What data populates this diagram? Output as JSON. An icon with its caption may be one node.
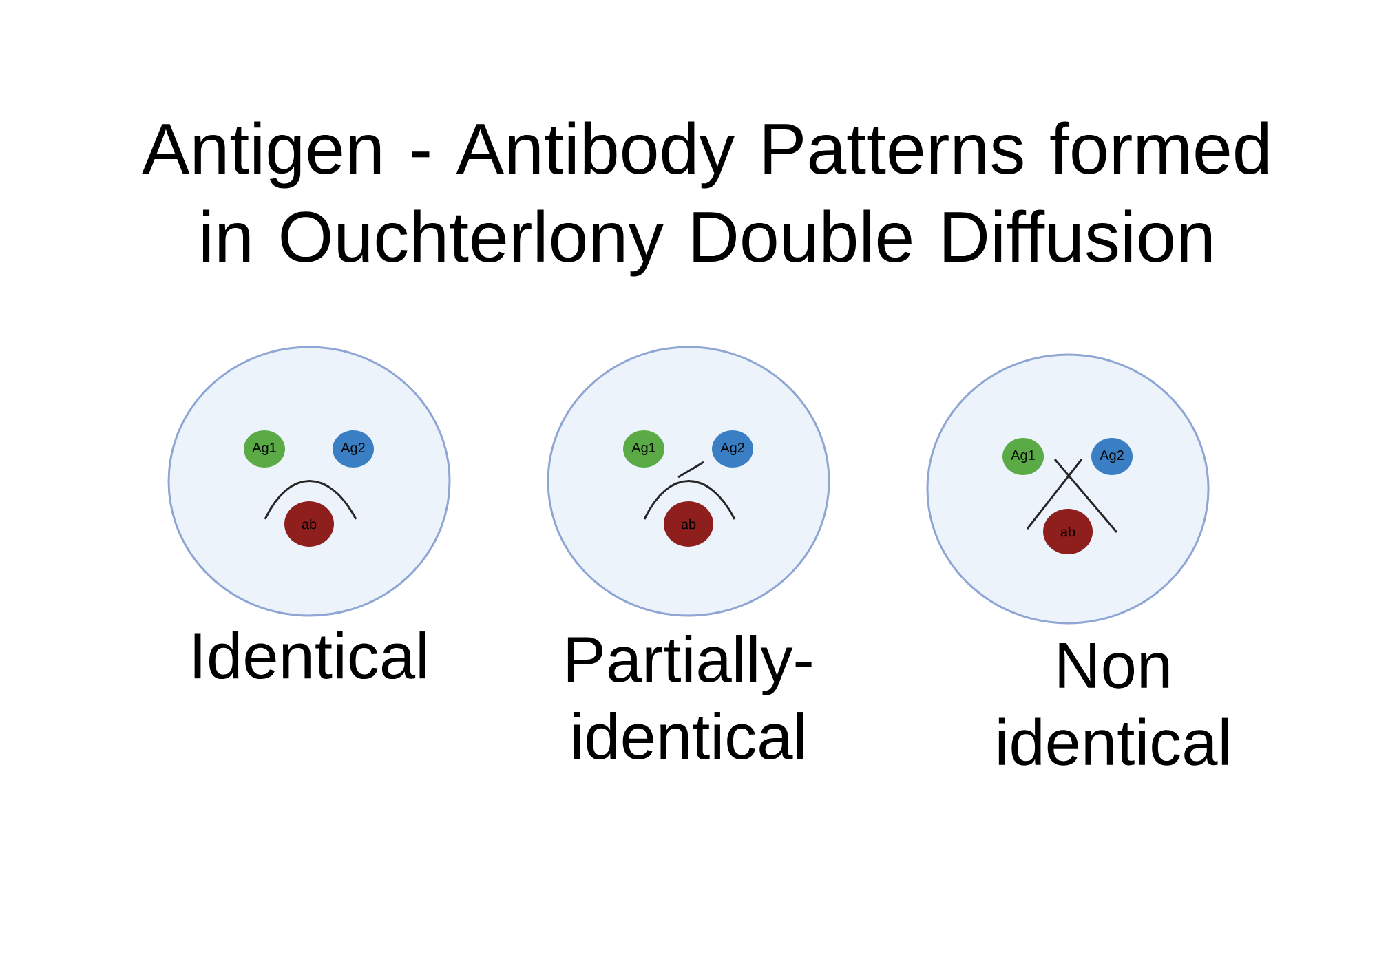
{
  "diagram": {
    "title": "Antigen - Antibody Patterns formed in Ouchterlony Double Diffusion",
    "nodes": [
      {
        "text": [],
        "shape": "circle",
        "beside": [
          "Identical"
        ]
      },
      {
        "text": [
          "Ag1"
        ],
        "in": 0
      },
      {
        "text": [
          "Ag2"
        ],
        "in": 0
      },
      {
        "text": [
          "ab"
        ],
        "in": 0
      },
      {
        "text": [],
        "shape": "circle",
        "beside": [
          "Partially- identical"
        ]
      },
      {
        "text": [
          "Ag1"
        ],
        "in": 4
      },
      {
        "text": [
          "Ag2"
        ],
        "in": 4
      },
      {
        "text": [
          "ab"
        ],
        "in": 4
      },
      {
        "text": [],
        "shape": "circle",
        "beside": [
          "Non identical"
        ]
      },
      {
        "text": [
          "Ag1"
        ],
        "in": 8
      },
      {
        "text": [
          "Ag2"
        ],
        "in": 8
      },
      {
        "text": [
          "ab"
        ],
        "in": 8
      }
    ]
  }
}
